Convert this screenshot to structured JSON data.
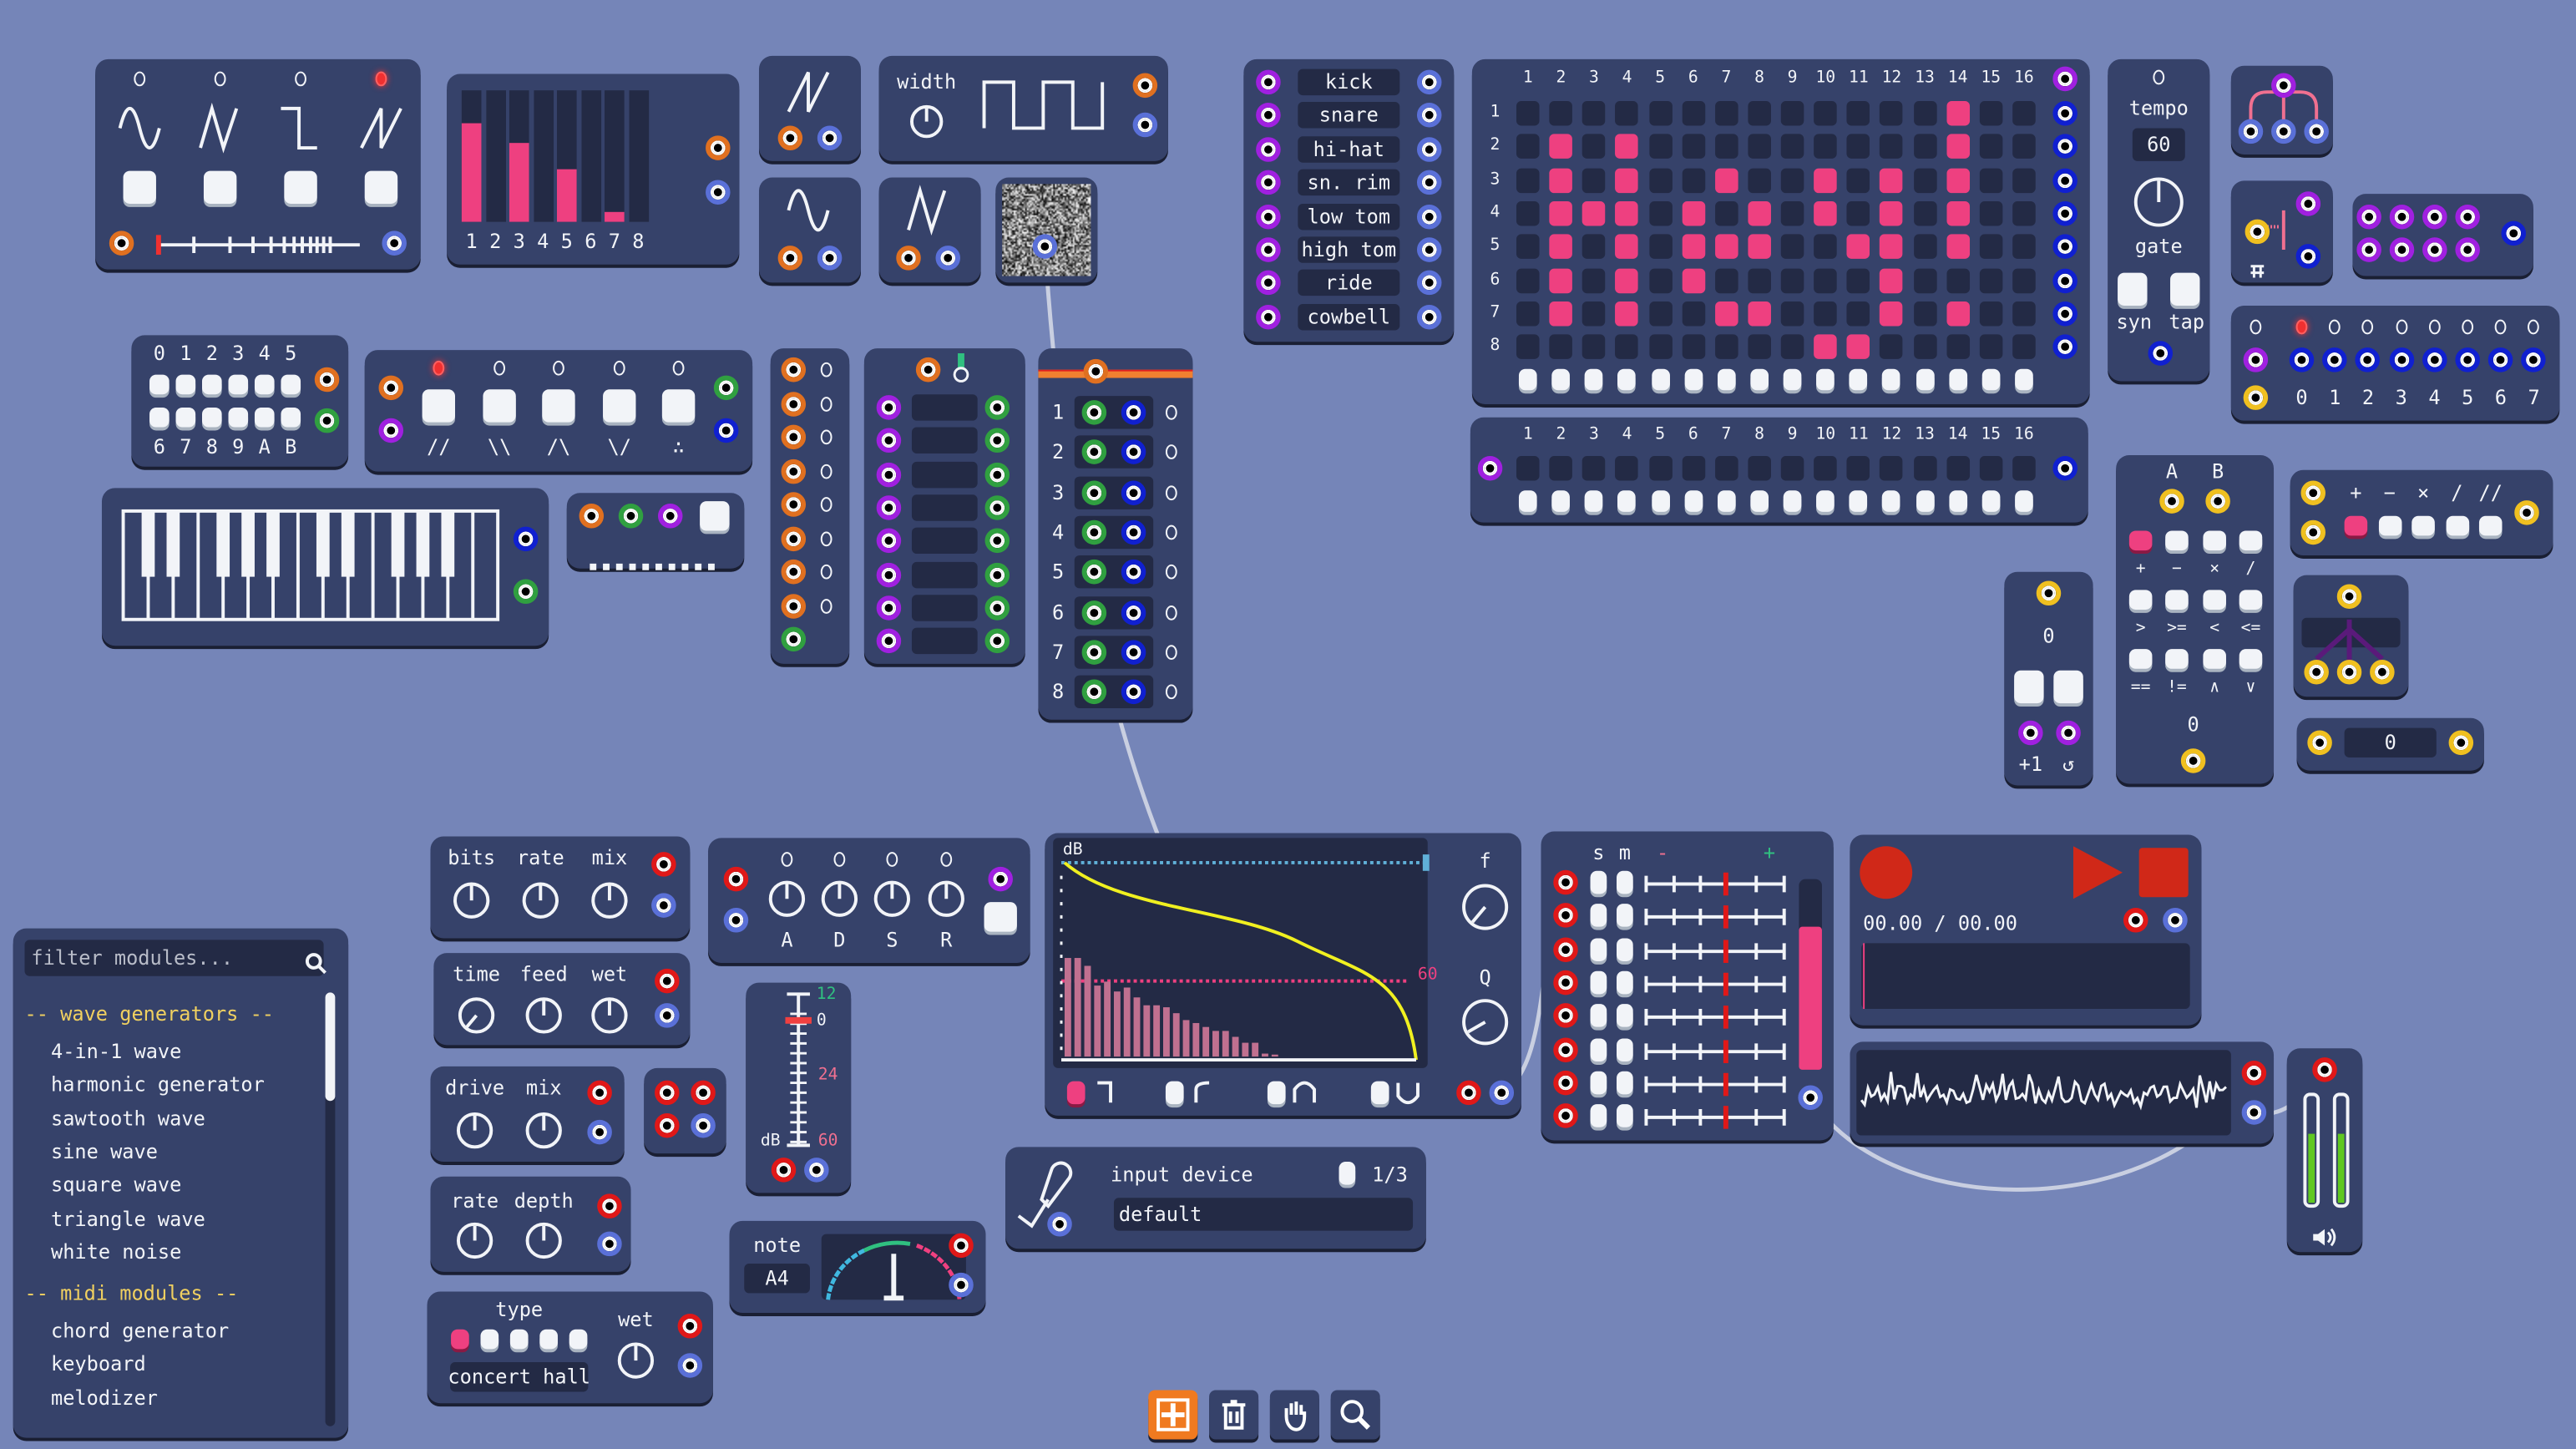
{
  "colors": {
    "background": "#7585b8",
    "panel": "#36426a",
    "inset": "#232a45",
    "accent_pink": "#ee4080",
    "record_red": "#d02818",
    "jack": {
      "orange": "#e07020",
      "blue": "#5a70d8",
      "purple": "#a020e0",
      "green": "#30a040",
      "red": "#e01818",
      "yellow": "#f0c020",
      "darkblue": "#1020d0"
    }
  },
  "wave4": {
    "active_wave": 4,
    "waves": [
      "sine-wave-icon",
      "triangle-wave-icon",
      "square-wave-icon",
      "sawtooth-wave-icon"
    ]
  },
  "harmonic": {
    "labels": [
      "1",
      "2",
      "3",
      "4",
      "5",
      "6",
      "7",
      "8"
    ],
    "levels": [
      0.75,
      0,
      0.6,
      0,
      0.4,
      0,
      0.08,
      0
    ]
  },
  "square": {
    "width_label": "width"
  },
  "chord": {
    "top": [
      "0",
      "1",
      "2",
      "3",
      "4",
      "5"
    ],
    "bottom": [
      "6",
      "7",
      "8",
      "9",
      "A",
      "B"
    ]
  },
  "arp": {
    "active_mode": 1,
    "modes": [
      "//",
      "\\\\",
      "/\\",
      "\\/",
      "∴"
    ]
  },
  "router": {
    "rows": [
      "1",
      "2",
      "3",
      "4",
      "5",
      "6",
      "7",
      "8"
    ]
  },
  "drums": {
    "names": [
      "kick",
      "snare",
      "hi-hat",
      "sn. rim",
      "low tom",
      "high tom",
      "ride",
      "cowbell"
    ]
  },
  "grid": {
    "steps": [
      "1",
      "2",
      "3",
      "4",
      "5",
      "6",
      "7",
      "8",
      "9",
      "10",
      "11",
      "12",
      "13",
      "14",
      "15",
      "16"
    ],
    "rows": [
      "1",
      "2",
      "3",
      "4",
      "5",
      "6",
      "7",
      "8"
    ],
    "pattern": [
      [
        14
      ],
      [
        2,
        4,
        14
      ],
      [
        2,
        4,
        7,
        10,
        12,
        14
      ],
      [
        2,
        3,
        4,
        6,
        8,
        10,
        12,
        14
      ],
      [
        2,
        4,
        6,
        7,
        8,
        11,
        12,
        14
      ],
      [
        2,
        4,
        6,
        12
      ],
      [
        2,
        4,
        7,
        8,
        12,
        14
      ],
      [
        10,
        11
      ]
    ]
  },
  "seq2": {
    "steps": [
      "1",
      "2",
      "3",
      "4",
      "5",
      "6",
      "7",
      "8",
      "9",
      "10",
      "11",
      "12",
      "13",
      "14",
      "15",
      "16"
    ]
  },
  "tempo": {
    "label": "tempo",
    "value": "60",
    "gate": "gate",
    "sync": "syn",
    "tap": "tap"
  },
  "step8": {
    "digits": [
      "0",
      "1",
      "2",
      "3",
      "4",
      "5",
      "6",
      "7"
    ],
    "active_step": 1
  },
  "counter": {
    "value": "0",
    "inc": "+1",
    "reset": "↺"
  },
  "logic": {
    "a": "A",
    "b": "B",
    "ops": [
      [
        "+",
        "−",
        "×",
        "/"
      ],
      [
        ">",
        ">=",
        "<",
        "<="
      ],
      [
        "==",
        "!=",
        "∧",
        "∨"
      ]
    ],
    "value": "0"
  },
  "math": {
    "ops": [
      "+",
      "−",
      "×",
      "/",
      "//"
    ]
  },
  "constant": {
    "value": "0"
  },
  "module_list": {
    "search_placeholder": "filter modules...",
    "sections": [
      {
        "title": "-- wave generators --",
        "items": [
          "4-in-1 wave",
          "harmonic generator",
          "sawtooth wave",
          "sine wave",
          "square wave",
          "triangle wave",
          "white noise"
        ]
      },
      {
        "title": "-- midi modules --",
        "items": [
          "chord generator",
          "keyboard",
          "melodizer"
        ]
      }
    ]
  },
  "bitcrusher": {
    "labels": [
      "bits",
      "rate",
      "mix"
    ]
  },
  "delay": {
    "labels": [
      "time",
      "feed",
      "wet"
    ]
  },
  "distortion": {
    "labels": [
      "drive",
      "mix"
    ]
  },
  "chorus": {
    "labels": [
      "rate",
      "depth"
    ]
  },
  "reverb": {
    "type_label": "type",
    "wet_label": "wet",
    "type_value": "concert hall",
    "active_type": 1
  },
  "adsr": {
    "labels": [
      "A",
      "D",
      "S",
      "R"
    ]
  },
  "meter": {
    "top": "12",
    "zero": "0",
    "mid": "24",
    "bottom": "60",
    "unit": "dB"
  },
  "tuner": {
    "label": "note",
    "value": "A4"
  },
  "filter": {
    "db_label": "dB",
    "cutoff_value": "60",
    "f_label": "f",
    "q_label": "Q",
    "spectrum": [
      1,
      1,
      0.92,
      0.72,
      0.76,
      0.66,
      0.7,
      0.6,
      0.52,
      0.52,
      0.5,
      0.44,
      0.37,
      0.34,
      0.3,
      0.26,
      0.26,
      0.2,
      0.14,
      0.14,
      0.03,
      0.02
    ]
  },
  "mic": {
    "label": "input device",
    "channel": "1/3",
    "device": "default"
  },
  "mixer": {
    "solo": "s",
    "mute": "m",
    "minus": "-",
    "plus": "+",
    "level": 0.75
  },
  "recorder": {
    "time": "00.00 / 00.00"
  },
  "output": {
    "level_left": 0.65,
    "level_right": 0.65
  },
  "toolbar": {
    "tools": [
      "add-module",
      "delete",
      "pan",
      "zoom"
    ],
    "active": "add-module"
  }
}
